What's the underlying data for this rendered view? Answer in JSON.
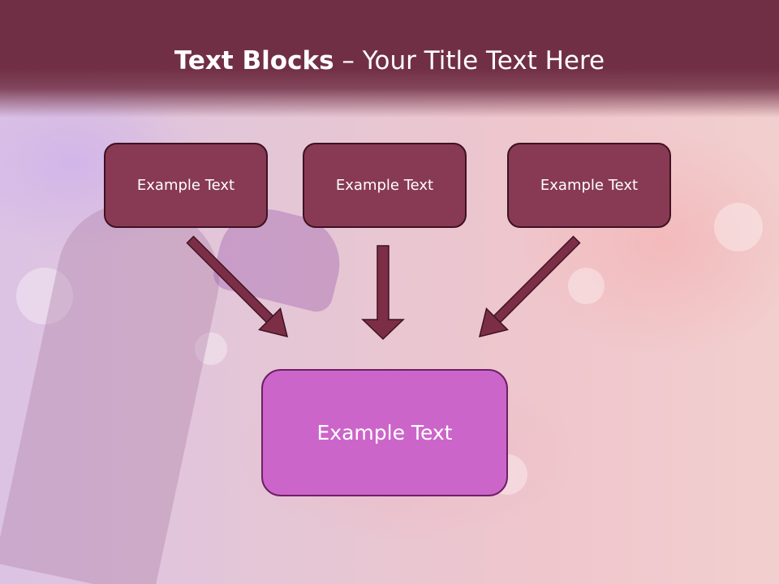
{
  "title": {
    "bold": "Text Blocks",
    "separator": " – ",
    "rest": "Your Title Text Here"
  },
  "boxes": [
    {
      "label": "Example Text"
    },
    {
      "label": "Example Text"
    },
    {
      "label": "Example Text"
    }
  ],
  "target": {
    "label": "Example Text"
  },
  "colors": {
    "header": "#712f45",
    "small_box_fill": "#883a54",
    "small_box_border": "#3e1222",
    "target_fill": "#cc65c9",
    "target_border": "#6d2066",
    "arrow_fill": "#7c2e47",
    "arrow_border": "#3e1222"
  }
}
